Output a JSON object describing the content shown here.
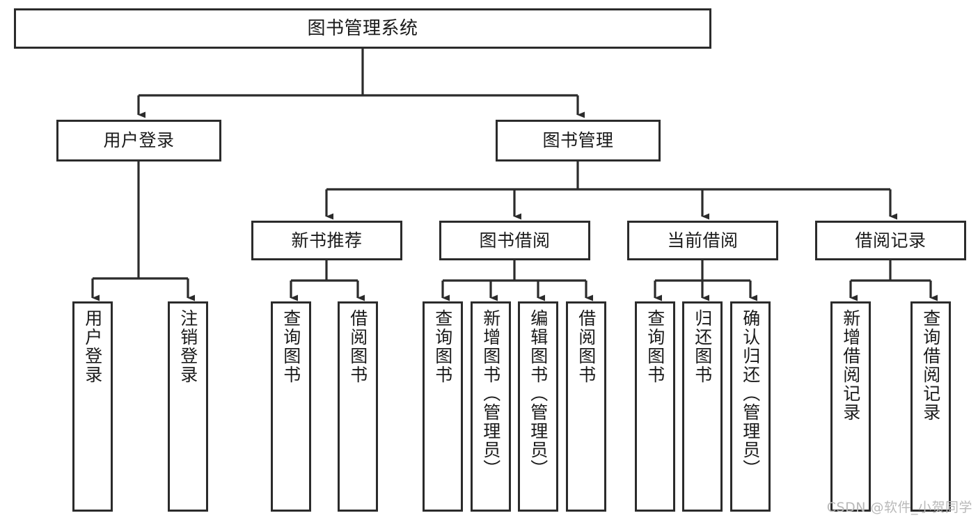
{
  "diagram": {
    "title": "图书管理系统",
    "type": "tree-hierarchy-diagram",
    "colors": {
      "box_border": "#2b2b2b",
      "box_fill": "#ffffff",
      "connector": "#2b2b2b",
      "text": "#1a1a1a",
      "watermark": "#b9b9b9",
      "background": "#ffffff"
    },
    "root": {
      "label": "图书管理系统"
    },
    "level2": [
      {
        "label": "用户登录"
      },
      {
        "label": "图书管理"
      }
    ],
    "level3": [
      {
        "label": "新书推荐"
      },
      {
        "label": "图书借阅"
      },
      {
        "label": "当前借阅"
      },
      {
        "label": "借阅记录"
      }
    ],
    "leaves": {
      "user_login": [
        {
          "label": "用户登录"
        },
        {
          "label": "注销登录"
        }
      ],
      "new_book_recommend": [
        {
          "label": "查询图书"
        },
        {
          "label": "借阅图书"
        }
      ],
      "book_borrow": [
        {
          "label": "查询图书"
        },
        {
          "label": "新增图书（管理员）"
        },
        {
          "label": "编辑图书（管理员）"
        },
        {
          "label": "借阅图书"
        }
      ],
      "current_borrow": [
        {
          "label": "查询图书"
        },
        {
          "label": "归还图书"
        },
        {
          "label": "确认归还（管理员）"
        }
      ],
      "borrow_records": [
        {
          "label": "新增借阅记录"
        },
        {
          "label": "查询借阅记录"
        }
      ]
    },
    "watermark": "CSDN @软件_小贺同学"
  }
}
